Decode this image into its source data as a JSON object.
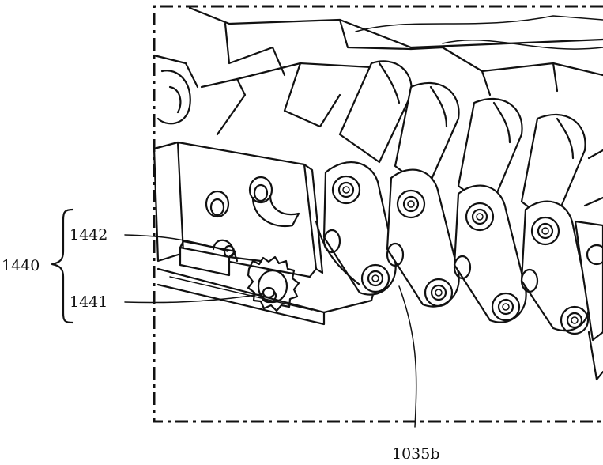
{
  "labels": {
    "group": "1440",
    "upper": "1442",
    "lower": "1441",
    "chain": "1035b"
  }
}
